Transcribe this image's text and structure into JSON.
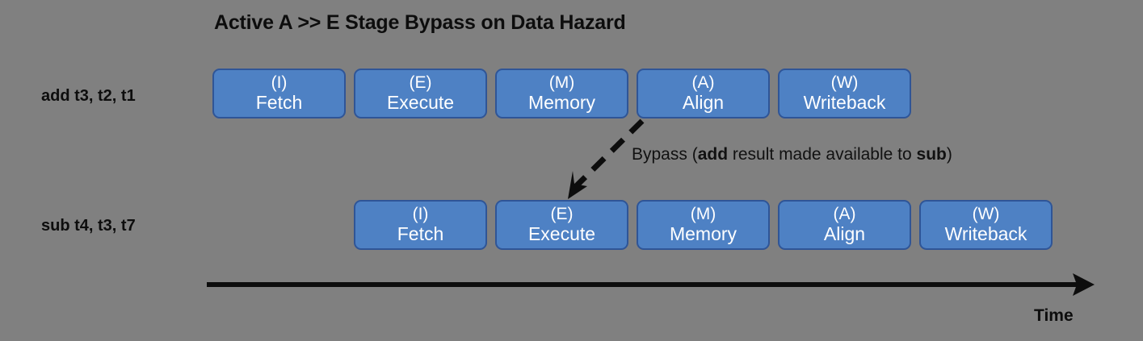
{
  "diagram": {
    "title": "Active A >> E Stage Bypass on Data Hazard",
    "background_color": "#808080",
    "stage_fill_color": "#4E81C4",
    "stage_border_color": "#2F5597",
    "stage_text_color": "#FFFFFF",
    "text_color": "#0D0D0D"
  },
  "rows": [
    {
      "instruction": "add t3, t2, t1",
      "stages": [
        {
          "code": "(I)",
          "name": "Fetch"
        },
        {
          "code": "(E)",
          "name": "Execute"
        },
        {
          "code": "(M)",
          "name": "Memory"
        },
        {
          "code": "(A)",
          "name": "Align"
        },
        {
          "code": "(W)",
          "name": "Writeback"
        }
      ]
    },
    {
      "instruction": "sub t4, t3, t7",
      "stages": [
        {
          "code": "(I)",
          "name": "Fetch"
        },
        {
          "code": "(E)",
          "name": "Execute"
        },
        {
          "code": "(M)",
          "name": "Memory"
        },
        {
          "code": "(A)",
          "name": "Align"
        },
        {
          "code": "(W)",
          "name": "Writeback"
        }
      ]
    }
  ],
  "bypass": {
    "prefix": "Bypass (",
    "source_instruction": "add",
    "middle": " result made available to ",
    "target_instruction": "sub",
    "suffix": ")",
    "arrow_style": "dashed",
    "from_stage": "(A) Align",
    "to_stage": "(E) Execute"
  },
  "axis": {
    "label": "Time",
    "direction": "left-to-right"
  }
}
